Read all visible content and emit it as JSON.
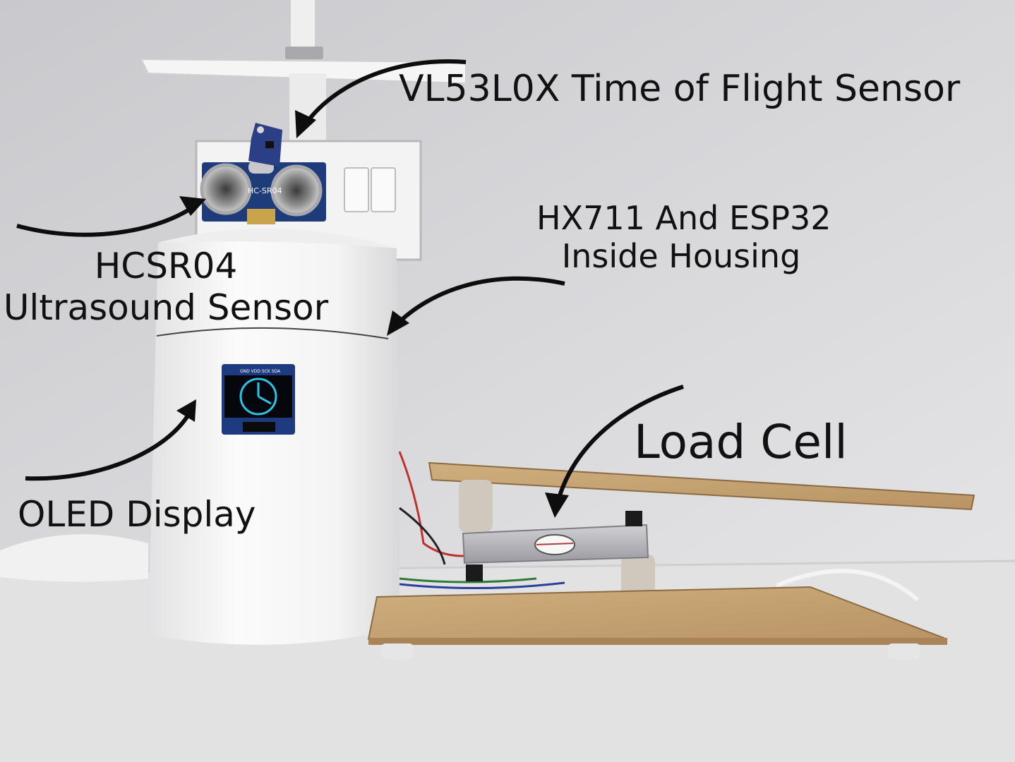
{
  "labels": {
    "tof": "VL53L0X Time of Flight Sensor",
    "hcsr_line1": "HCSR04",
    "hcsr_line2": "Ultrasound Sensor",
    "hx_line1": "HX711 And ESP32",
    "hx_line2": "Inside Housing",
    "oled": "OLED Display",
    "load_cell": "Load Cell"
  },
  "module_text": {
    "hcsr_chip": "HC-SR04",
    "oled_pins": "GND VDD SCK SDA"
  },
  "colors": {
    "wall": "#d7d7da",
    "desk": "#e3e3e3",
    "housing": "#f4f4f4",
    "wood": "#c9a777",
    "pcb": "#1d3a78",
    "oled_cyan": "#29c4e8",
    "load_cell_metal": "#b9b9bd",
    "arrow": "#0d0d0d"
  }
}
